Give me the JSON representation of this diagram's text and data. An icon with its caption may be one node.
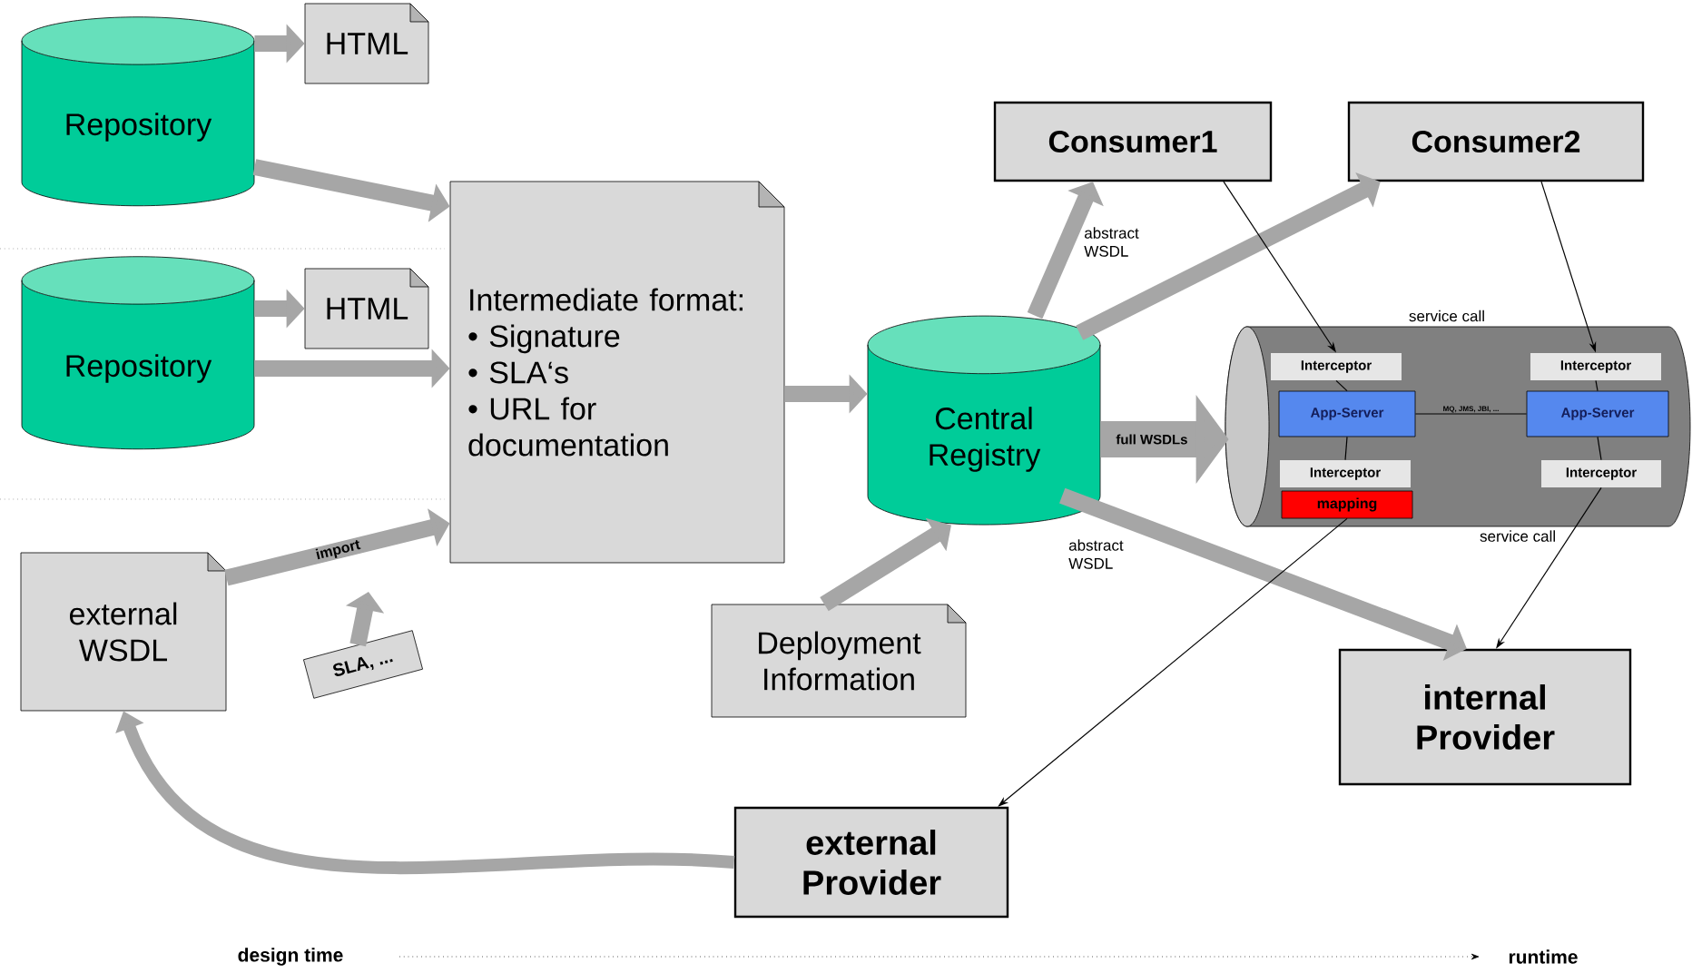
{
  "diagram": {
    "nodes": [
      {
        "text": [
          "Repository"
        ]
      },
      {
        "text": [
          "HTML"
        ]
      },
      {
        "text": [
          "Repository"
        ]
      },
      {
        "text": [
          "HTML"
        ]
      },
      {
        "text": [
          "Intermediate format:",
          "• Signature",
          "• SLA‘s",
          "• URL for documentation"
        ]
      },
      {
        "text": [
          "external WSDL"
        ]
      },
      {
        "text": [
          "SLA, ..."
        ]
      },
      {
        "text": [
          "Deployment Information"
        ]
      },
      {
        "text": [
          "Central Registry"
        ]
      },
      {
        "text": [
          "Consumer1"
        ]
      },
      {
        "text": [
          "Consumer2"
        ]
      },
      {
        "text": [],
        "shape": "cylinder"
      },
      {
        "text": [
          "Interceptor"
        ],
        "in": 11
      },
      {
        "text": [
          "App-Server"
        ],
        "in": 11
      },
      {
        "text": [
          "Interceptor"
        ],
        "in": 11
      },
      {
        "text": [
          "mapping"
        ],
        "in": 11
      },
      {
        "text": [
          "Interceptor"
        ],
        "in": 11
      },
      {
        "text": [
          "App-Server"
        ],
        "in": 11
      },
      {
        "text": [
          "Interceptor"
        ],
        "in": 11
      },
      {
        "text": [
          "internal Provider"
        ]
      },
      {
        "text": [
          "external Provider"
        ]
      }
    ],
    "edges": [
      {
        "from": 0,
        "to": 1,
        "arrow": "to"
      },
      {
        "from": 0,
        "to": 4,
        "arrow": "to"
      },
      {
        "from": 2,
        "to": 3,
        "arrow": "to"
      },
      {
        "from": 2,
        "to": 4,
        "arrow": "to"
      },
      {
        "from": 5,
        "to": 4,
        "arrow": "to",
        "label": "import"
      },
      {
        "from": 6,
        "to": null,
        "arrow": "to"
      },
      {
        "from": 4,
        "to": 8,
        "arrow": "to"
      },
      {
        "from": 7,
        "to": 8,
        "arrow": "to"
      },
      {
        "from": 8,
        "to": 9,
        "arrow": "to",
        "label": "abstract WSDL"
      },
      {
        "from": 8,
        "to": 10,
        "arrow": "to"
      },
      {
        "from": 8,
        "to": 11,
        "arrow": "to",
        "label": "full WSDLs",
        "style": "thick"
      },
      {
        "from": 8,
        "to": 19,
        "arrow": "to",
        "label": "abstract WSDL"
      },
      {
        "from": 20,
        "to": 5,
        "arrow": "to"
      },
      {
        "from": 9,
        "to": 12,
        "arrow": "to",
        "color": "#000000"
      },
      {
        "from": 10,
        "to": 16,
        "arrow": "to",
        "color": "#000000"
      },
      {
        "from": 15,
        "to": 20,
        "arrow": "to",
        "color": "#000000"
      },
      {
        "from": 18,
        "to": 19,
        "arrow": "to",
        "label": "service call",
        "color": "#000000"
      },
      {
        "from": 13,
        "to": 17,
        "arrow": "none",
        "label": "MQ, JMS, JBI, ...",
        "color": "#000000"
      },
      {
        "from": 12,
        "to": 13,
        "arrow": "none",
        "color": "#000000"
      },
      {
        "from": 13,
        "to": 14,
        "arrow": "none",
        "color": "#000000"
      },
      {
        "from": 16,
        "to": 17,
        "arrow": "none",
        "color": "#000000"
      },
      {
        "from": 17,
        "to": 18,
        "arrow": "none",
        "color": "#000000"
      }
    ],
    "labels": [
      "service call",
      "design time",
      "runtime"
    ]
  }
}
